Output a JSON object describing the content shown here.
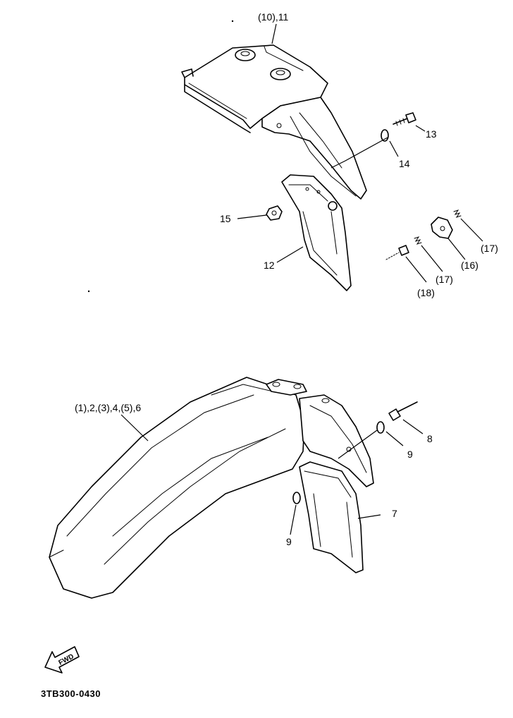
{
  "labels": {
    "fender_rear_top": "(10),11",
    "bolt": "13",
    "washer": "14",
    "nut": "15",
    "flap_upper": "12",
    "clip_16": "(16)",
    "spring_17a": "(17)",
    "spring_17b": "(17)",
    "rivet_18": "(18)",
    "front_fender": "(1),2,(3),4,(5),6",
    "bolt_8": "8",
    "washer_9a": "9",
    "washer_9b": "9",
    "flap_lower": "7"
  },
  "fwd_arrow_text": "FWD",
  "drawing_code": "3TB300-0430"
}
